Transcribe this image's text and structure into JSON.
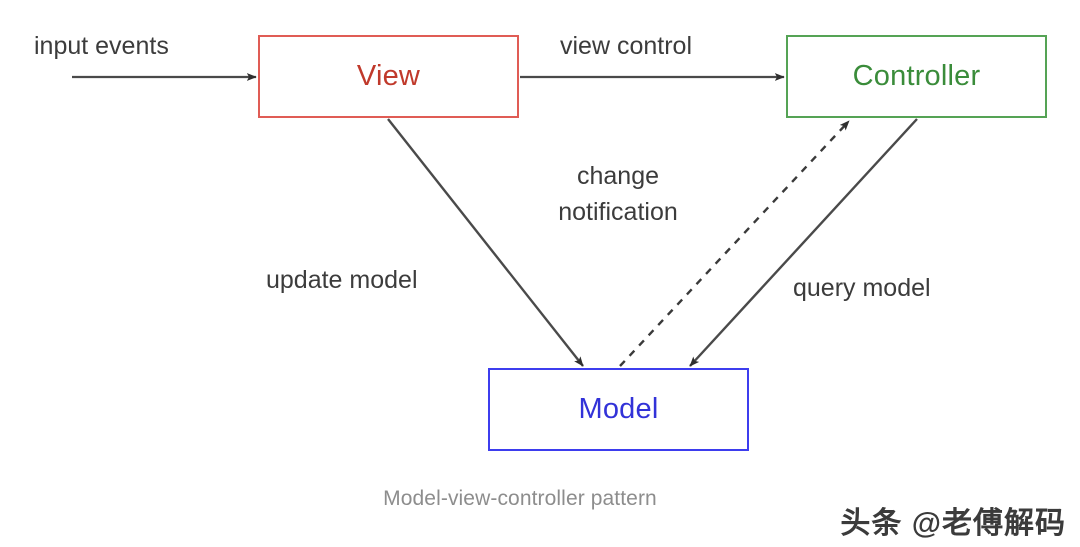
{
  "diagram": {
    "caption": "Model-view-controller pattern",
    "nodes": [
      {
        "id": "view",
        "label": "View",
        "color": "#c0392b",
        "border": "#e05c55"
      },
      {
        "id": "controller",
        "label": "Controller",
        "color": "#3a8c3a",
        "border": "#55a355"
      },
      {
        "id": "model",
        "label": "Model",
        "color": "#3232d8",
        "border": "#3d3dee"
      }
    ],
    "edges": [
      {
        "id": "input-events",
        "label": "input events",
        "from": "external",
        "to": "view",
        "style": "solid"
      },
      {
        "id": "view-control",
        "label": "view control",
        "from": "view",
        "to": "controller",
        "style": "solid"
      },
      {
        "id": "update-model",
        "label": "update model",
        "from": "view",
        "to": "model",
        "style": "solid"
      },
      {
        "id": "query-model",
        "label": "query model",
        "from": "controller",
        "to": "model",
        "style": "solid"
      },
      {
        "id": "change-notification",
        "label": "change notification",
        "from": "model",
        "to": "controller",
        "style": "dashed"
      }
    ],
    "edge_labels": {
      "input_events": "input events",
      "view_control": "view control",
      "change_notification_line1": "change",
      "change_notification_line2": "notification",
      "update_model": "update model",
      "query_model": "query model"
    },
    "colors": {
      "arrow": "#4a4a4a",
      "label_text": "#3c3c3c",
      "caption_text": "#8d8d8d",
      "background": "#ffffff"
    }
  },
  "watermark": {
    "text": "头条 @老傅解码"
  }
}
